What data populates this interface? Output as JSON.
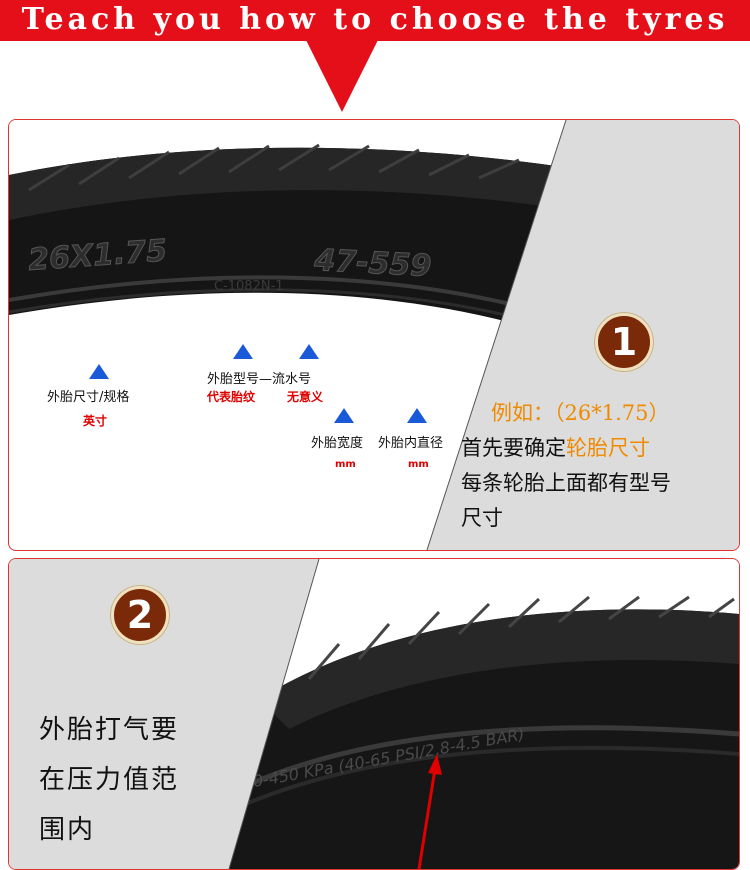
{
  "banner": {
    "title": "Teach you how to choose the tyres"
  },
  "colors": {
    "accent_red": "#e50f19",
    "marker_blue": "#1a5ad8",
    "badge_brown": "#7a2a08",
    "highlight_orange": "#f08a00"
  },
  "panel1": {
    "tire_text": {
      "size": "26X1.75",
      "etrto": "47-559",
      "code": "C-1082N-1"
    },
    "callouts": [
      {
        "label": "外胎尺寸/规格",
        "sub": "英寸"
      },
      {
        "label": "外胎型号",
        "sub": "代表胎纹"
      },
      {
        "label": "流水号",
        "sub": "无意义"
      },
      {
        "label": "外胎宽度",
        "sub": "mm"
      },
      {
        "label": "外胎内直径",
        "sub": "mm"
      }
    ],
    "dash": "—",
    "badge": "1",
    "example_line": "例如：（26*1.75）",
    "line2_prefix": "首先要确定",
    "line2_highlight": "轮胎尺寸",
    "line3": "每条轮胎上面都有型号",
    "line4": "尺寸"
  },
  "panel2": {
    "badge": "2",
    "lines": [
      "外胎打气要",
      "在压力值范",
      "围内"
    ],
    "tire_text": "0-450 KPa (40-65 PSI/2.8-4.5 BAR)"
  }
}
